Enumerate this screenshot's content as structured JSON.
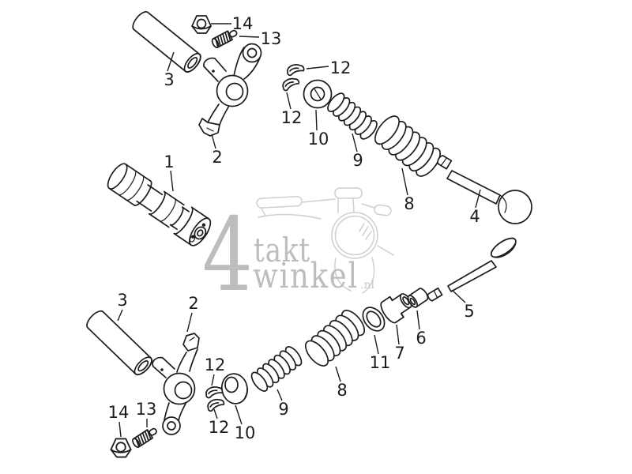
{
  "colors": {
    "background": "#ffffff",
    "line": "#1c1c1c",
    "watermark_text": "#bdbdbd",
    "watermark_sketch": "#cfcfcf"
  },
  "watermark": {
    "numeral": "4",
    "word_top": "takt",
    "word_bottom": "winkel",
    "suffix": ".nl"
  },
  "callouts": [
    {
      "text": "1"
    },
    {
      "text": "2"
    },
    {
      "text": "3"
    },
    {
      "text": "13"
    },
    {
      "text": "14"
    },
    {
      "text": "12"
    },
    {
      "text": "12"
    },
    {
      "text": "10"
    },
    {
      "text": "9"
    },
    {
      "text": "8"
    },
    {
      "text": "4"
    },
    {
      "text": "3"
    },
    {
      "text": "2"
    },
    {
      "text": "14"
    },
    {
      "text": "13"
    },
    {
      "text": "12"
    },
    {
      "text": "12"
    },
    {
      "text": "10"
    },
    {
      "text": "9"
    },
    {
      "text": "8"
    },
    {
      "text": "11"
    },
    {
      "text": "7"
    },
    {
      "text": "6"
    },
    {
      "text": "5"
    }
  ]
}
